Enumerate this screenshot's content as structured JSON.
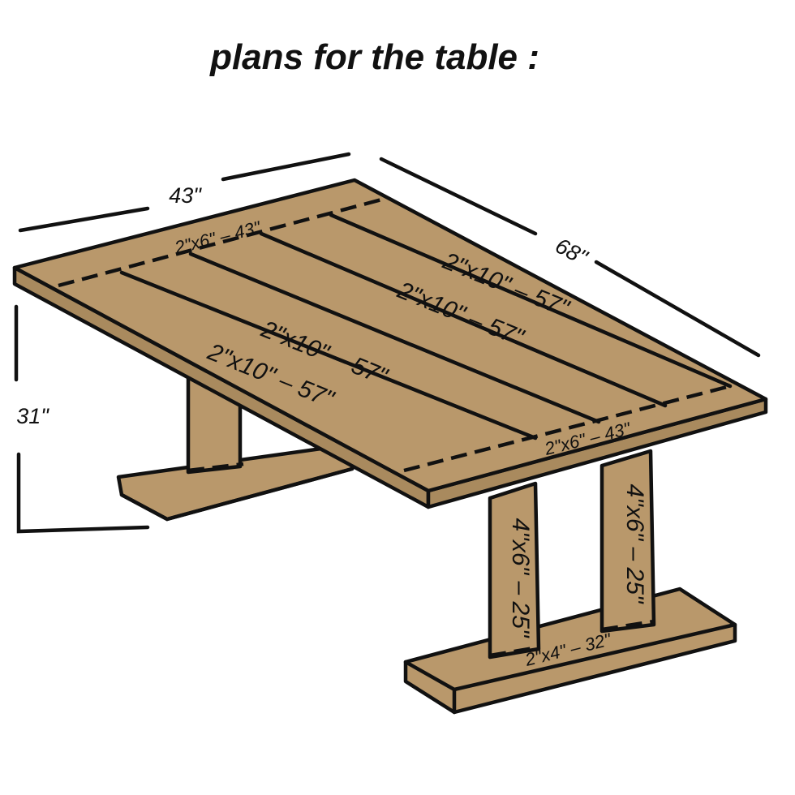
{
  "title": "plans for the table :",
  "dimensions": {
    "width": "43\"",
    "length": "68\"",
    "height": "31\""
  },
  "boards": {
    "top_end_front": "2\"x6\" – 43\"",
    "top_end_back": "2\"x6\" – 43\"",
    "top_plank_1": "2\"x10\" – 57\"",
    "top_plank_2": "2\"x10\" – 57\"",
    "top_plank_3": "2\"x10\" – 57\"",
    "top_plank_4": "2\"x10\" – 57\"",
    "leg_1": "4\"x6\" – 25\"",
    "leg_2": "4\"x6\" – 25\"",
    "foot": "2\"x4\" – 32\""
  },
  "colors": {
    "wood": "#b9986b",
    "ink": "#111111",
    "background": "#ffffff"
  }
}
